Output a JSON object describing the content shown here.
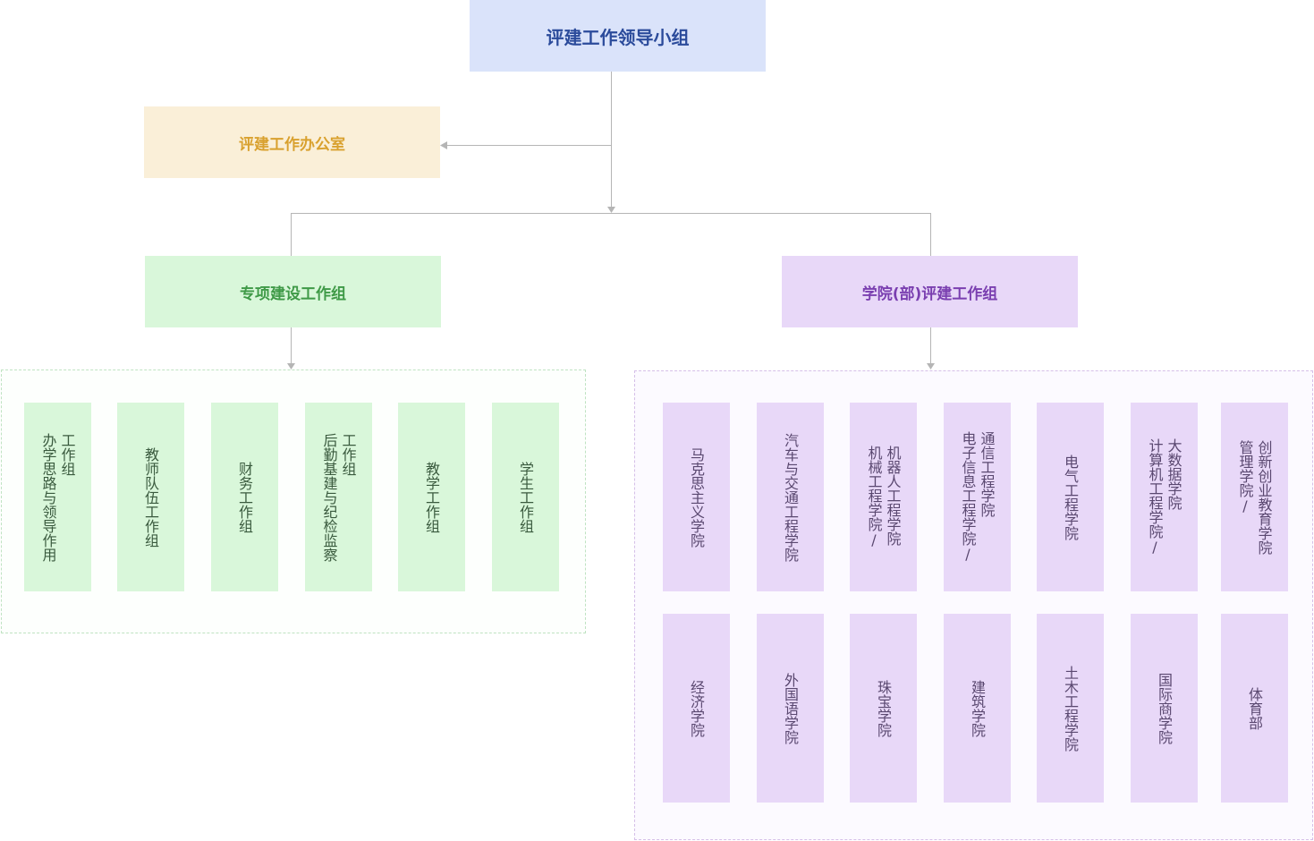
{
  "root": {
    "label": "评建工作领导小组"
  },
  "office": {
    "label": "评建工作办公室"
  },
  "branches": {
    "special": {
      "label": "专项建设工作组",
      "items": [
        "办学思路与领导作用\n工作组",
        "教师队伍工作组",
        "财务工作组",
        "后勤基建与纪检监察\n工作组",
        "教学工作组",
        "学生工作组"
      ]
    },
    "college": {
      "label": "学院(部)评建工作组",
      "items_row1": [
        "马克思主义学院",
        "汽车与交通工程学院",
        "机械工程学院/\n机器人工程学院",
        "电子信息工程学院/\n通信工程学院",
        "电气工程学院",
        "计算机工程学院/\n大数据学院",
        "管理学院/\n创新创业教育学院"
      ],
      "items_row2": [
        "经济学院",
        "外国语学院",
        "珠宝学院",
        "建筑学院",
        "土木工程学院",
        "国际商学院",
        "体育部"
      ]
    }
  },
  "colors": {
    "connector": "#b5b5b5",
    "root_fill": "#dae3fa",
    "office_fill": "#faefd8",
    "special_fill": "#d9f7da",
    "college_fill": "#e8d8f8"
  }
}
